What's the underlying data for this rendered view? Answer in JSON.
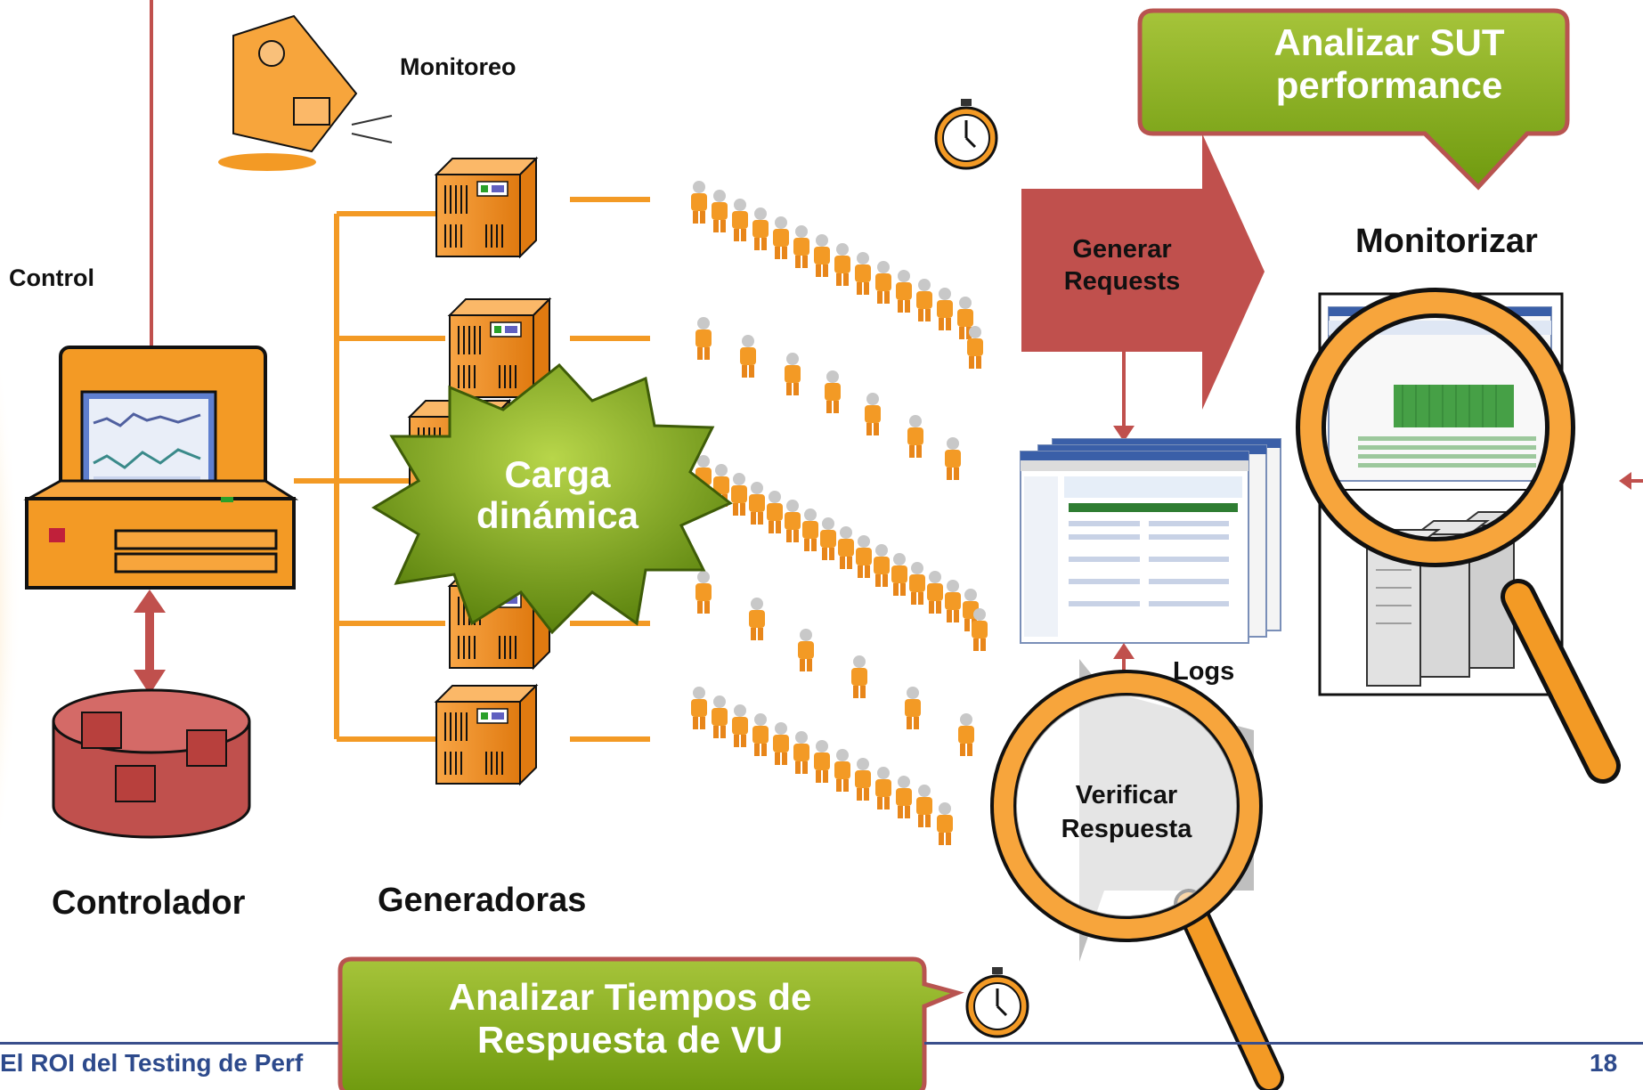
{
  "labels": {
    "monitoreo": "Monitoreo",
    "control": "Control",
    "controlador": "Controlador",
    "generadoras": "Generadoras",
    "carga": "Carga dinámica",
    "generar": "Generar Requests",
    "monitorizar": "Monitorizar",
    "logs": "Logs",
    "verificar": "Verificar Respuesta"
  },
  "callouts": {
    "analizar_sut": "Analizar SUT performance",
    "analizar_tiempos": "Analizar Tiempos de Respuesta de VU"
  },
  "footer": {
    "title": "El ROI del Testing de Perf",
    "page": "18"
  },
  "colors": {
    "orange": "#f7941d",
    "dark_orange": "#e07a10",
    "red_arrow": "#c0504d",
    "green_callout": "#8fb31d",
    "callout_border": "#b85450",
    "footer_line": "#3a4f8c"
  }
}
